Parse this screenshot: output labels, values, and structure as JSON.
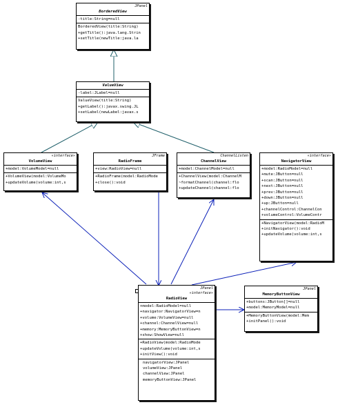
{
  "classes": {
    "bordered_view": {
      "stereotype": "JPanel",
      "name": "BorderedView",
      "attributes": [
        "-title:String=null"
      ],
      "operations": [
        "BorderedView(title:String)",
        "+getTitle():java.lang.Strin",
        "+setTitle(newTitle:java.la"
      ]
    },
    "value_view": {
      "stereotype": "",
      "name": "ValueView",
      "attributes": [
        "-label:JLabel=null"
      ],
      "operations": [
        "ValueView(title:String)",
        "+getLabel():javax.swing.JL",
        "+setLabel(newLabel:javax.s"
      ]
    },
    "volume_view": {
      "stereotype": "«interface»",
      "name": "VolumeView",
      "attributes": [
        "+model:VolumeModel=null"
      ],
      "operations": [
        "+VolumeView(model:VolumeMo",
        "+updateVolume(volume:int,s"
      ]
    },
    "radio_frame": {
      "stereotype": "JFrame",
      "name": "RadioFrame",
      "attributes": [
        "+view:RadioView=null"
      ],
      "operations": [
        "+RadioFrame(model:RadioMode",
        "+close():void"
      ]
    },
    "channel_view": {
      "stereotype": "ChannelListen",
      "name": "ChannelView",
      "attributes": [
        "+model:ChannelModel=null"
      ],
      "operations": [
        "+ChannelView(model:ChannelM",
        "~formatChannel(channel:flo",
        "+updateChannel(channel:flo"
      ]
    },
    "navigator_view": {
      "stereotype": "«interface»",
      "name": "NavigatorView",
      "attributes": [
        "+model:RadioModel=null",
        "+mute:JButton=null",
        "+scan:JButton=null",
        "+next:JButton=null",
        "+prev:JButton=null",
        "+down:JButton=null",
        "+up:JButton=null",
        "+channelControl:ChannelCon",
        "+volumeControl:VolumeContr"
      ],
      "operations": [
        "+NavigatorView(model:RadioM",
        "+initNavigator():void",
        "+updateVolume(volume:int,s"
      ]
    },
    "radio_view": {
      "stereotype_top": "JPanel",
      "stereotype": "«interface»",
      "name": "RadioView",
      "attributes": [
        "+model:RadioModel=null",
        "+navigator:NavigatorView=n",
        "+volume:VolumeView=null",
        "+channel:ChannelView=null",
        "+memory:MemoryButtonView=n",
        "+show:ShowView=null"
      ],
      "operations": [
        "+RadioView(model:RadioMode",
        "+updateVolume(volume:int,s",
        "+initView():void"
      ],
      "extra": [
        "navigatorView:JPanel",
        "volumeView:JPanel",
        "channelView:JPanel",
        "memoryButtonView:JPanel"
      ]
    },
    "memory_button_view": {
      "stereotype": "JPanel",
      "name": "MemoryButtonView",
      "attributes": [
        "+buttons:JButton[]=null",
        "+model:MemoryModel=null"
      ],
      "operations": [
        "+MemoryButtonView(model:Mem",
        "+initPanel():void"
      ]
    }
  },
  "colors": {
    "generalization": "#1f5f6a",
    "association": "#0a1fb8",
    "border": "#000000",
    "shadow": "#1a1a1a"
  }
}
